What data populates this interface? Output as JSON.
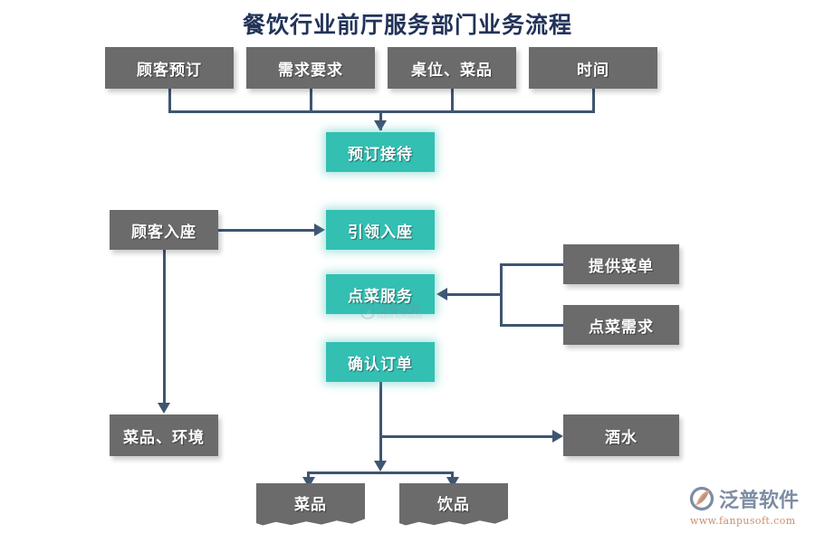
{
  "page": {
    "title": "餐饮行业前厅服务部门业务流程",
    "title_color": "#223359",
    "background": "#ffffff"
  },
  "palette": {
    "gray_node": "#6b6b6b",
    "teal_node": "#33bfb2",
    "connector": "#3f5571",
    "node_text": "#ffffff",
    "logo_text": "#7d8da3",
    "logo_url": "#c98f6e"
  },
  "nodes": {
    "input_reservation": {
      "label": "顾客预订",
      "style": "gray"
    },
    "input_requirements": {
      "label": "需求要求",
      "style": "gray"
    },
    "input_table_dish": {
      "label": "桌位、菜品",
      "style": "gray"
    },
    "input_time": {
      "label": "时间",
      "style": "gray"
    },
    "reservation_reception": {
      "label": "预订接待",
      "style": "teal"
    },
    "customer_seated": {
      "label": "顾客入座",
      "style": "gray"
    },
    "guide_to_seat": {
      "label": "引领入座",
      "style": "teal"
    },
    "order_service": {
      "label": "点菜服务",
      "style": "teal"
    },
    "provide_menu": {
      "label": "提供菜单",
      "style": "gray"
    },
    "order_request": {
      "label": "点菜需求",
      "style": "gray"
    },
    "confirm_order": {
      "label": "确认订单",
      "style": "teal"
    },
    "dish_environment": {
      "label": "菜品、环境",
      "style": "gray"
    },
    "drinks_alcohol": {
      "label": "酒水",
      "style": "gray"
    },
    "dishes": {
      "label": "菜品",
      "style": "gray"
    },
    "beverages": {
      "label": "饮品",
      "style": "gray"
    }
  },
  "watermark": {
    "center_text": "泛普软件",
    "center_sub": "FANPU SOFTWARE"
  },
  "logo": {
    "name": "泛普软件",
    "url": "www.fanpusoft.com"
  }
}
